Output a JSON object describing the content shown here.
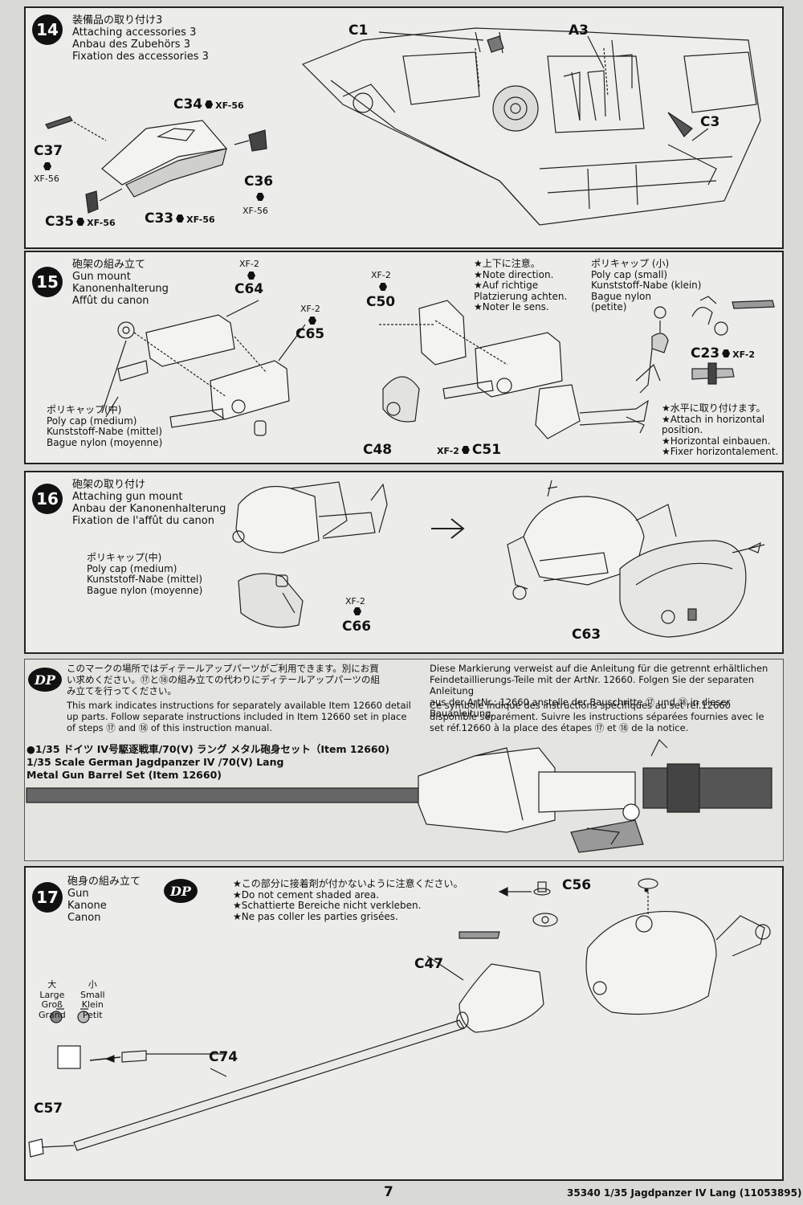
{
  "steps": [
    {
      "number": "14",
      "titles": [
        "装備品の取り付け3",
        "Attaching accessories 3",
        "Anbau des Zubehörs 3",
        "Fixation des accessories 3"
      ],
      "labels": {
        "c1": "C1",
        "a3": "A3",
        "c3": "C3",
        "c34": "C34",
        "c37": "C37",
        "c36": "C36",
        "c35": "C35",
        "c33": "C33"
      },
      "paints": {
        "c34": "XF-56",
        "c37": "XF-56",
        "c36": "XF-56",
        "c35": "XF-56",
        "c33": "XF-56"
      }
    },
    {
      "number": "15",
      "titles": [
        "砲架の組み立て",
        "Gun mount",
        "Kanonenhalterung",
        "Affût du canon"
      ],
      "labels": {
        "c64": "C64",
        "c65": "C65",
        "c50": "C50",
        "c48": "C48",
        "c51": "C51",
        "c23": "C23"
      },
      "paints": {
        "c64": "XF-2",
        "c65": "XF-2",
        "c50": "XF-2",
        "c51": "XF-2",
        "c23": "XF-2"
      },
      "polycap_medium": [
        "ポリキャップ(中)",
        "Poly cap (medium)",
        "Kunststoff-Nabe (mittel)",
        "Bague nylon (moyenne)"
      ],
      "polycap_small": [
        "ポリキャップ (小)",
        "Poly cap (small)",
        "Kunststoff-Nabe (klein)",
        "Bague nylon",
        "(petite)"
      ],
      "direction_note": [
        "★上下に注意。",
        "★Note direction.",
        "★Auf richtige",
        "Platzierung achten.",
        "★Noter le sens."
      ],
      "horizontal_note": [
        "★水平に取り付けます。",
        "★Attach in horizontal",
        "position.",
        "★Horizontal einbauen.",
        "★Fixer horizontalement."
      ]
    },
    {
      "number": "16",
      "titles": [
        "砲架の取り付け",
        "Attaching gun mount",
        "Anbau der Kanonenhalterung",
        "Fixation de l'affût du canon"
      ],
      "polycap_medium": [
        "ポリキャップ(中)",
        "Poly cap (medium)",
        "Kunststoff-Nabe (mittel)",
        "Bague nylon (moyenne)"
      ],
      "labels": {
        "c66": "C66",
        "c63": "C63"
      },
      "paints": {
        "c66": "XF-2"
      }
    },
    {
      "number": "17",
      "titles": [
        "砲身の組み立て",
        "Gun",
        "Kanone",
        "Canon"
      ],
      "badge": "DP",
      "cement_note": [
        "★この部分に接着剤が付かないように注意ください。",
        "★Do not cement shaded area.",
        "★Schattierte Bereiche nicht verkleben.",
        "★Ne pas coller les parties grisées."
      ],
      "labels": {
        "c56": "C56",
        "c47": "C47",
        "c74": "C74",
        "c57": "C57"
      },
      "large": [
        "大",
        "Large",
        "Groß",
        "Grand"
      ],
      "small": [
        "小",
        "Small",
        "Klein",
        "Petit"
      ]
    }
  ],
  "dp_box": {
    "badge": "DP",
    "jp": [
      "このマークの場所ではディテールアップパーツがご利用できます。別にお買",
      "い求めください。⑰と⑱の組み立ての代わりにディテールアップパーツの組",
      "み立てを行ってください。"
    ],
    "en": [
      "This mark indicates instructions for separately available Item 12660 detail",
      "up parts. Follow separate instructions included in Item 12660 set in place",
      "of steps ⑰ and ⑱ of this instruction manual."
    ],
    "de": [
      "Diese Markierung verweist auf die Anleitung für die getrennt erhältlichen",
      "Feindetaillierungs-Teile mit der ArtNr. 12660. Folgen Sie der separaten Anleitung",
      "aus der ArtNr.: 12660 anstelle der Bauschritte ⑰ und ⑱ in dieser Bauanleitung."
    ],
    "fr": [
      "Ce symbole indique des instructions spécifiques au set réf.12660",
      "disponible séparément. Suivre les instructions séparées fournies avec le",
      "set réf.12660 à la place des étapes ⑰ et ⑱ de la notice."
    ],
    "item_jp": "●1/35 ドイツ IV号駆逐戦車/70(V) ラング メタル砲身セット（Item 12660)",
    "item_en": [
      "1/35 Scale German Jagdpanzer IV /70(V) Lang",
      "Metal Gun Barrel Set (Item 12660)"
    ]
  },
  "footer": {
    "page_number": "7",
    "product": "35340  1/35 Jagdpanzer IV Lang (11053895)"
  }
}
